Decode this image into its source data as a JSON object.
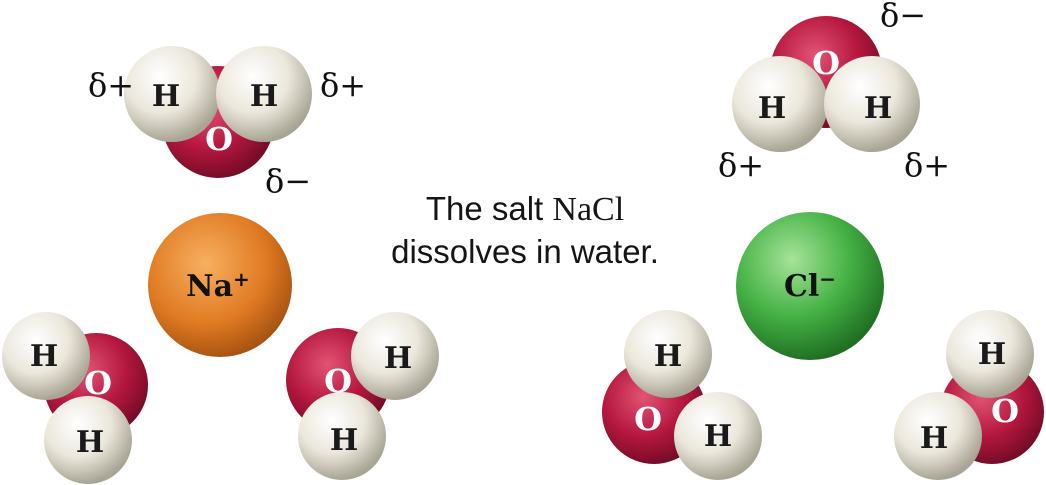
{
  "caption": {
    "line1_prefix": "The salt ",
    "formula": "NaCl",
    "line2": "dissolves in water."
  },
  "ions": {
    "sodium": {
      "symbol": "Na",
      "charge": "+",
      "color": "#e07a22"
    },
    "chloride": {
      "symbol": "Cl",
      "charge": "−",
      "color": "#3aa83a"
    }
  },
  "atoms": {
    "hydrogen": "H",
    "oxygen": "O"
  },
  "partial_charges": {
    "positive": "δ+",
    "negative": "δ−"
  },
  "colors": {
    "hydrogen": "#ebe7dc",
    "oxygen": "#b5173f",
    "text": "#111111"
  }
}
